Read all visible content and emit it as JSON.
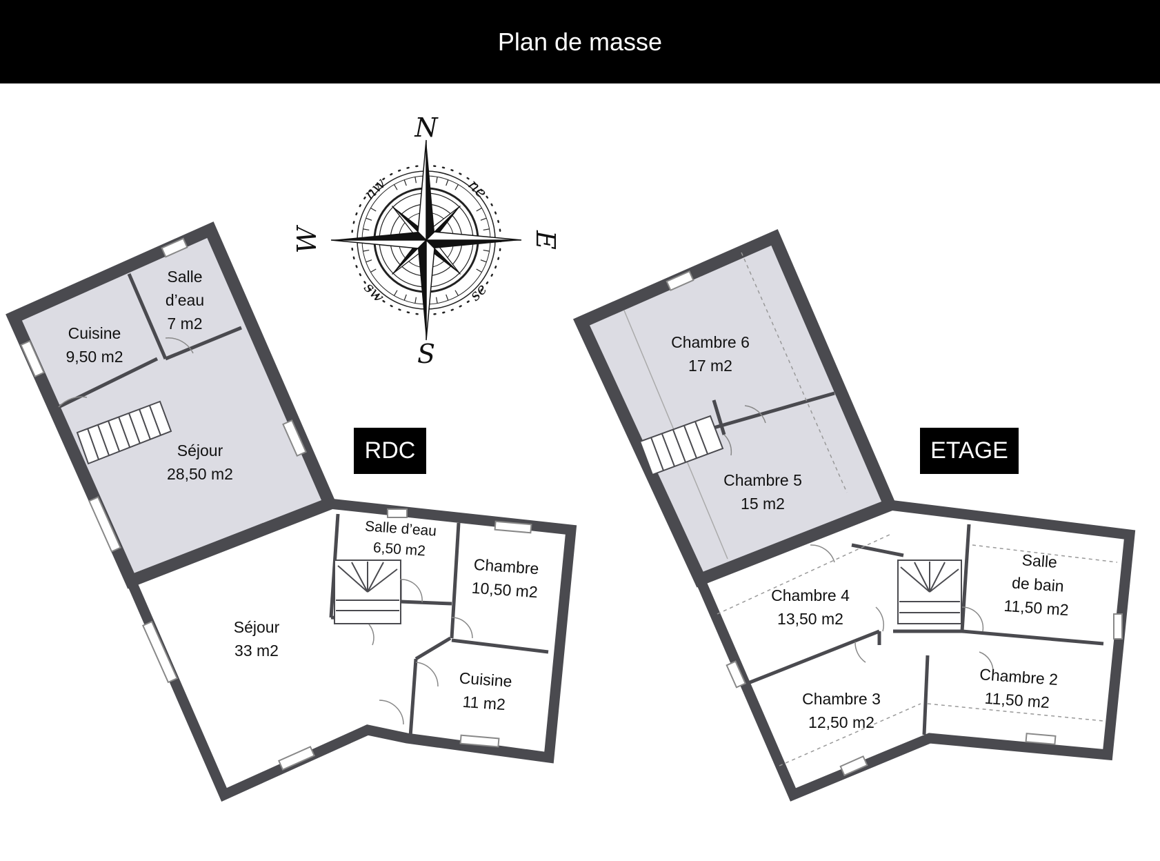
{
  "title": "Plan de masse",
  "levels": {
    "ground": {
      "tag": "RDC",
      "rooms": [
        {
          "name": "Cuisine",
          "area": "9,50 m2"
        },
        {
          "name1": "Salle",
          "name2": "d’eau",
          "area": "7 m2"
        },
        {
          "name": "Séjour",
          "area": "28,50 m2"
        },
        {
          "name": "Séjour",
          "area": "33 m2"
        },
        {
          "name": "Salle d’eau",
          "area": "6,50 m2"
        },
        {
          "name": "Chambre",
          "area": "10,50 m2"
        },
        {
          "name": "Cuisine",
          "area": "11 m2"
        }
      ]
    },
    "upper": {
      "tag": "ETAGE",
      "rooms": [
        {
          "name": "Chambre 6",
          "area": "17 m2"
        },
        {
          "name": "Chambre 5",
          "area": "15 m2"
        },
        {
          "name": "Chambre 4",
          "area": "13,50 m2"
        },
        {
          "name1": "Salle",
          "name2": "de bain",
          "area": "11,50 m2"
        },
        {
          "name": "Chambre 3",
          "area": "12,50 m2"
        },
        {
          "name": "Chambre 2",
          "area": "11,50 m2"
        }
      ]
    }
  },
  "compass": {
    "n": "N",
    "s": "S",
    "e": "E",
    "w": "W",
    "ne": "ne",
    "nw": "nw",
    "se": "se",
    "sw": "sw"
  },
  "colors": {
    "wall": "#4a4a4f",
    "shaded_room": "#dcdce3",
    "background": "#ffffff",
    "title_bar": "#000000"
  }
}
